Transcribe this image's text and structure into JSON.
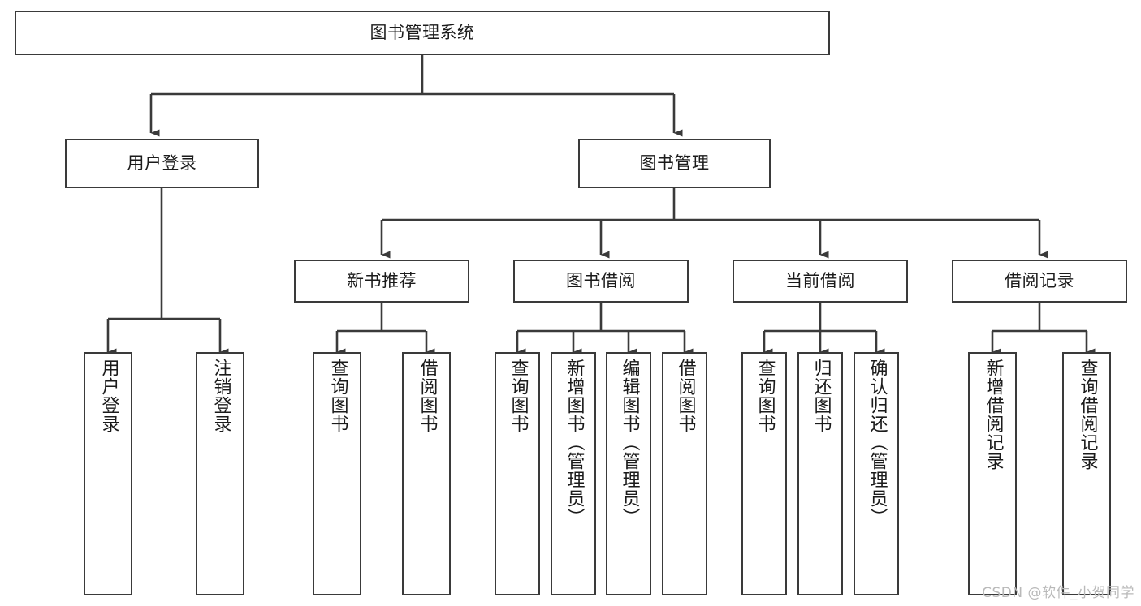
{
  "diagram": {
    "title": "图书管理系统",
    "type": "tree",
    "line_color": "#3a3a3a",
    "box_fill": "#ffffff",
    "text_color": "#1b1b1b",
    "root": {
      "label": "图书管理系统",
      "children": [
        {
          "label": "用户登录",
          "children": [
            {
              "label": "用户登录"
            },
            {
              "label": "注销登录"
            }
          ]
        },
        {
          "label": "图书管理",
          "children": [
            {
              "label": "新书推荐",
              "children": [
                {
                  "label": "查询图书"
                },
                {
                  "label": "借阅图书"
                }
              ]
            },
            {
              "label": "图书借阅",
              "children": [
                {
                  "label": "查询图书"
                },
                {
                  "label": "新增图书（管理员）"
                },
                {
                  "label": "编辑图书（管理员）"
                },
                {
                  "label": "借阅图书"
                }
              ]
            },
            {
              "label": "当前借阅",
              "children": [
                {
                  "label": "查询图书"
                },
                {
                  "label": "归还图书"
                },
                {
                  "label": "确认归还（管理员）"
                }
              ]
            },
            {
              "label": "借阅记录",
              "children": [
                {
                  "label": "新增借阅记录"
                },
                {
                  "label": "查询借阅记录"
                }
              ]
            }
          ]
        }
      ]
    },
    "nodes": {
      "root": "图书管理系统",
      "l2_user_login": "用户登录",
      "l2_book_manage": "图书管理",
      "l3_new_book_rec": "新书推荐",
      "l3_book_borrow": "图书借阅",
      "l3_current_borrow": "当前借阅",
      "l3_borrow_record": "借阅记录",
      "leaf_user_login": "用户登录",
      "leaf_logout": "注销登录",
      "leaf_rec_query": "查询图书",
      "leaf_rec_borrow": "借阅图书",
      "leaf_borrow_query": "查询图书",
      "leaf_borrow_add": "新增图书（管理员）",
      "leaf_borrow_edit": "编辑图书（管理员）",
      "leaf_borrow_do": "借阅图书",
      "leaf_cur_query": "查询图书",
      "leaf_cur_return": "归还图书",
      "leaf_cur_confirm": "确认归还（管理员）",
      "leaf_rec_add": "新增借阅记录",
      "leaf_rec_search": "查询借阅记录"
    }
  },
  "watermark": {
    "text": "CSDN @软件_小贺同学"
  }
}
